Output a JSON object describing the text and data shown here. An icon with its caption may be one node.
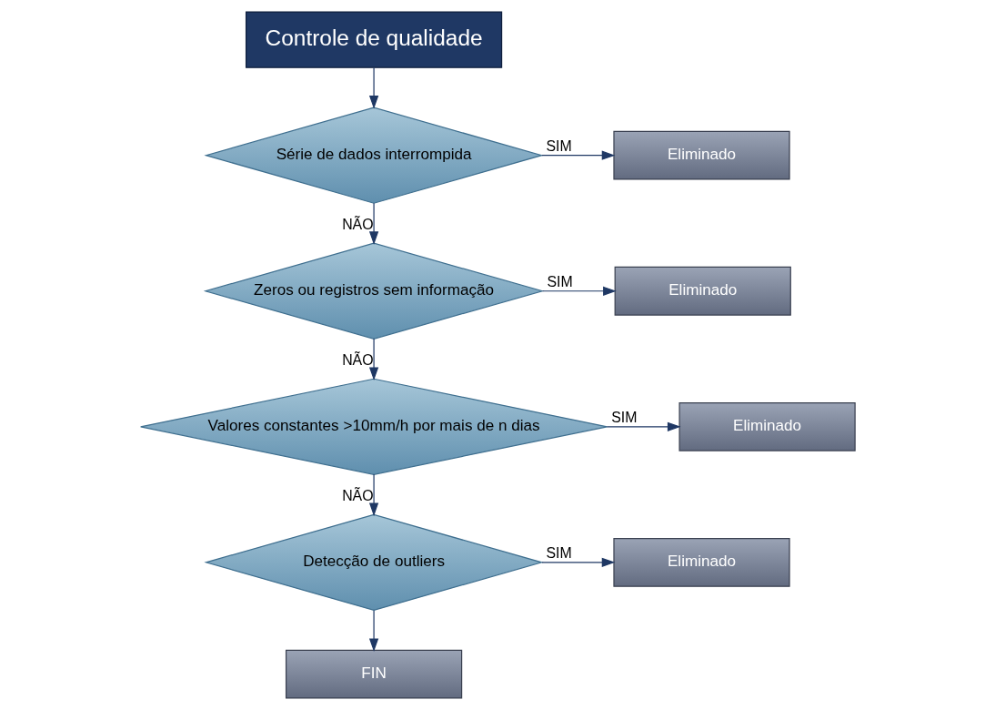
{
  "diagram": {
    "nodes": [
      {
        "text": [
          "Controle de qualidade"
        ]
      },
      {
        "text": [
          "Eliminado"
        ]
      },
      {
        "text": [
          "Série de dados interrompida"
        ]
      },
      {
        "text": [
          "Eliminado"
        ]
      },
      {
        "text": [
          "Zeros ou registros sem informação"
        ]
      },
      {
        "text": [
          "Eliminado"
        ]
      },
      {
        "text": [
          "Valores constantes >10mm/h por mais de n dias"
        ]
      },
      {
        "text": [
          "Eliminado"
        ]
      },
      {
        "text": [
          "Detecção de outliers"
        ]
      },
      {
        "text": [
          "FIN"
        ]
      }
    ],
    "edges": [
      {
        "from": 0,
        "to": 2,
        "arrow": "to"
      },
      {
        "from": 2,
        "to": 1,
        "arrow": "to",
        "label": "SIM"
      },
      {
        "from": 2,
        "to": 4,
        "arrow": "to",
        "label": "NÃO"
      },
      {
        "from": 4,
        "to": 3,
        "arrow": "to",
        "label": "SIM"
      },
      {
        "from": 4,
        "to": 6,
        "arrow": "to",
        "label": "NÃO"
      },
      {
        "from": 6,
        "to": 5,
        "arrow": "to",
        "label": "SIM"
      },
      {
        "from": 6,
        "to": 8,
        "arrow": "to",
        "label": "NÃO"
      },
      {
        "from": 8,
        "to": 7,
        "arrow": "to",
        "label": "SIM"
      },
      {
        "from": 8,
        "to": 9,
        "arrow": "to"
      }
    ]
  }
}
